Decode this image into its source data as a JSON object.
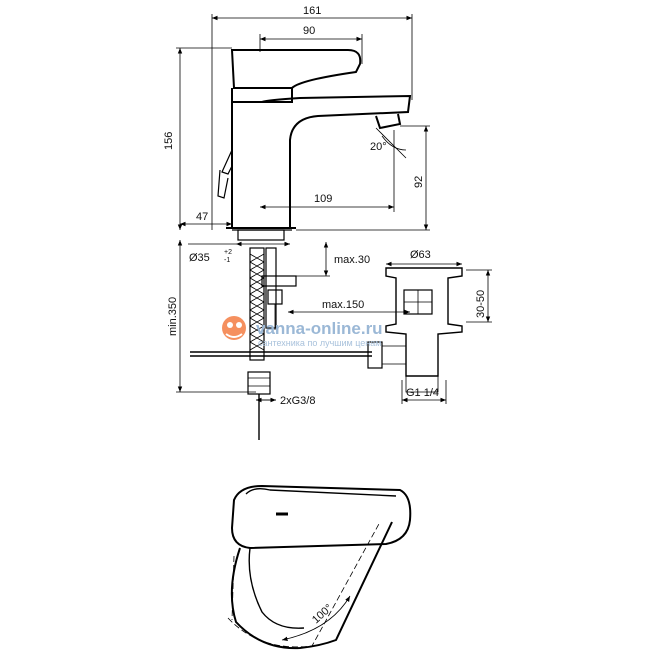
{
  "dimensions": {
    "overall_width": "161",
    "lever_width": "90",
    "height": "156",
    "spout_clearance": "92",
    "spout_reach": "109",
    "base_offset": "47",
    "hole_diameter": "Ø35",
    "hole_tol_plus": "+2",
    "hole_tol_minus": "-1",
    "max_30": "max.30",
    "max_150": "max.150",
    "min_350": "min.350",
    "waste_diameter": "Ø63",
    "waste_range": "30-50",
    "hose_thread": "2xG3/8",
    "waste_thread": "G1 1/4",
    "spout_angle": "20°",
    "lever_angle": "100°"
  },
  "watermark": {
    "domain": "vanna-online.ru",
    "tagline": "сантехника по лучшим ценам"
  },
  "colors": {
    "watermark_blue": "#9bb8d6",
    "watermark_orange": "#f26b2a"
  }
}
